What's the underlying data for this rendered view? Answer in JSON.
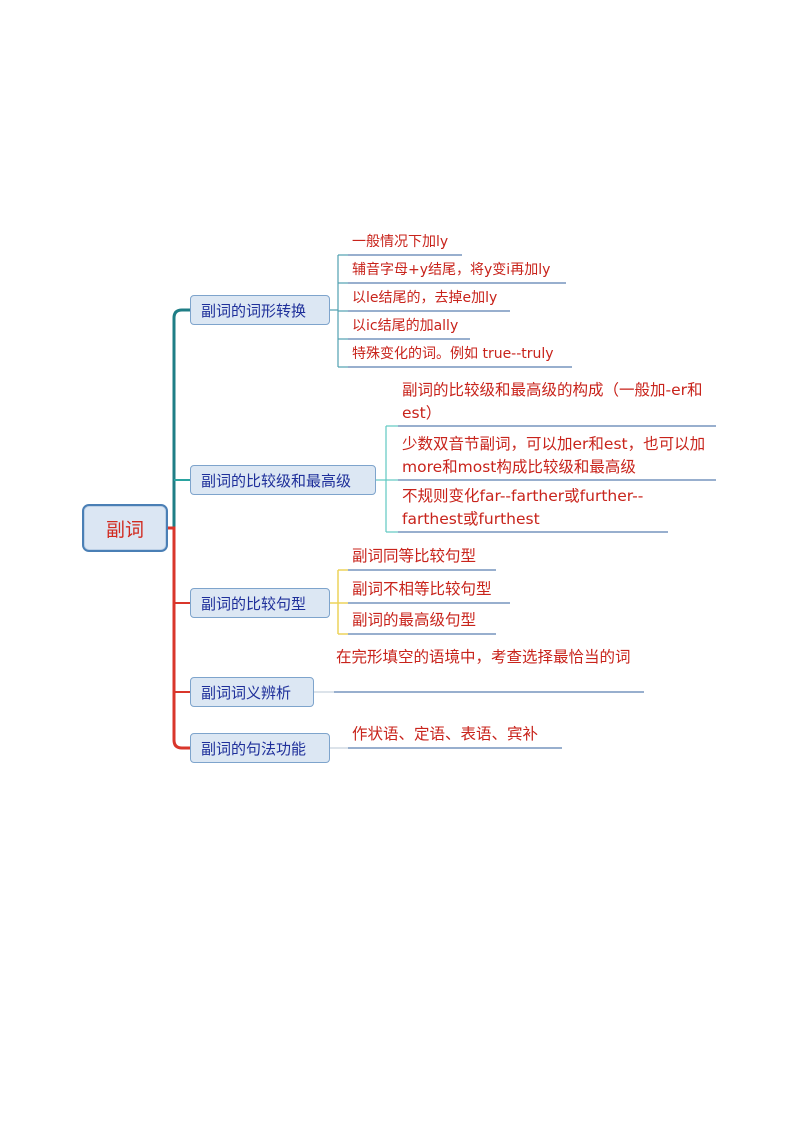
{
  "root": {
    "label": "副词"
  },
  "branches": [
    {
      "label": "副词的词形转换",
      "leaves": [
        "一般情况下加ly",
        "辅音字母+y结尾，将y变i再加ly",
        "以le结尾的，去掉e加ly",
        "以ic结尾的加ally",
        "特殊变化的词。例如 true--truly"
      ]
    },
    {
      "label": "副词的比较级和最高级",
      "leaves": [
        "副词的比较级和最高级的构成（一般加-er和est）",
        "少数双音节副词，可以加er和est，也可以加more和most构成比较级和最高级",
        "不规则变化far--farther或further--farthest或furthest"
      ]
    },
    {
      "label": "副词的比较句型",
      "leaves": [
        "副词同等比较句型",
        "副词不相等比较句型",
        "副词的最高级句型"
      ]
    },
    {
      "label": "副词词义辨析",
      "leaves": [
        "在完形填空的语境中，考查选择最恰当的词"
      ]
    },
    {
      "label": "副词的句法功能",
      "leaves": [
        "作状语、定语、表语、宾补"
      ]
    }
  ],
  "colors": {
    "root_text": "#d12a1f",
    "branch_text": "#1e2f9a",
    "leaf_text": "#c8231b",
    "node_fill": "#dce7f3",
    "node_border": "#7ea4cc",
    "underline": "#5b7fb0",
    "trunk_teal": "#1f7e86",
    "trunk_red": "#d9362b",
    "branch1_connector": "#4fa0b0",
    "branch2_connector": "#5fc8c2",
    "branch3_connector": "#ecd35a",
    "branch4_connector": "#c8d2dd"
  }
}
